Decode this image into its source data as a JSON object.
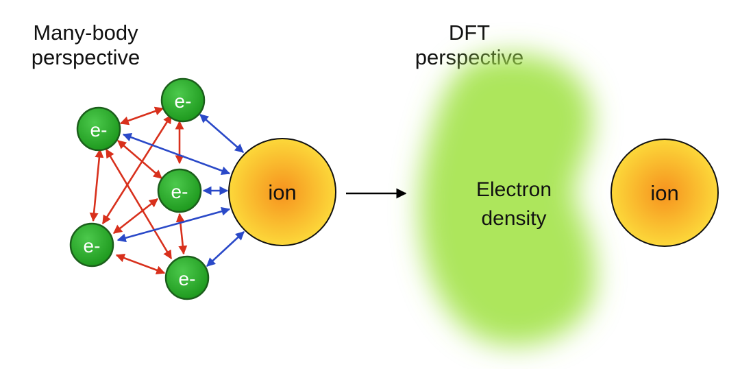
{
  "left_panel": {
    "title_line1": "Many-body",
    "title_line2": "perspective",
    "electron_label": "e-",
    "ion_label": "ion"
  },
  "right_panel": {
    "title_line1": "DFT",
    "title_line2": "perspective",
    "density_line1": "Electron",
    "density_line2": "density",
    "ion_label": "ion"
  },
  "colors": {
    "electron_fill": "#2fae2f",
    "electron_stroke": "#1b5e1b",
    "electron_electron_arrow": "#d8301c",
    "electron_ion_arrow": "#2a49c8",
    "ion_center": "#f6921e",
    "ion_edge": "#fcd83a",
    "density_cloud": "#a4e34a",
    "transition_arrow": "#000000"
  }
}
